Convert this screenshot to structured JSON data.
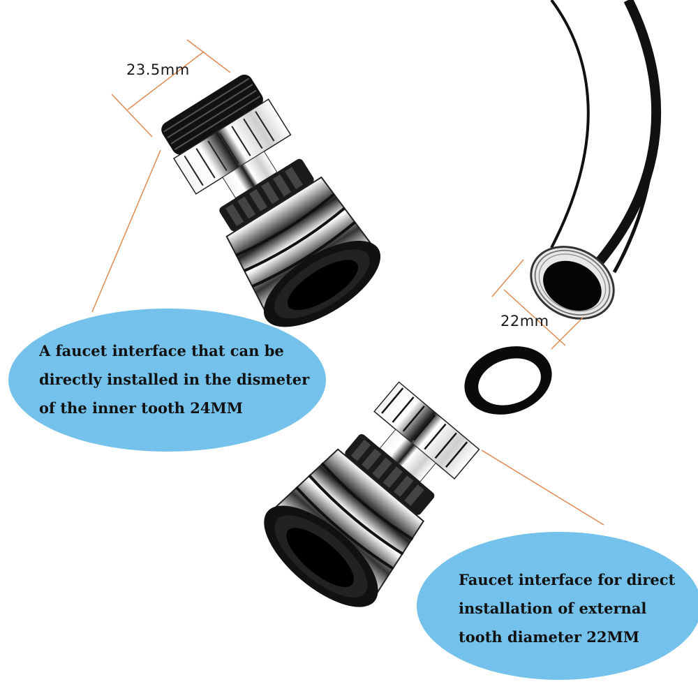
{
  "dimensions": {
    "top_adapter": "23.5mm",
    "hose_end": "22mm"
  },
  "callouts": {
    "left": {
      "lines": [
        "A faucet interface that can be",
        "directly installed in the dismeter",
        "of the inner tooth 24MM"
      ]
    },
    "right": {
      "lines": [
        "Faucet interface for direct",
        "installation of external",
        "tooth diameter 22MM"
      ]
    }
  },
  "colors": {
    "bubble": "#74c2ec",
    "dimension_line": "#e08a52",
    "text": "#111111"
  },
  "components": [
    "swivel-aerator-inner-thread",
    "curved-faucet-spout",
    "rubber-washer",
    "swivel-aerator-outer-thread"
  ]
}
